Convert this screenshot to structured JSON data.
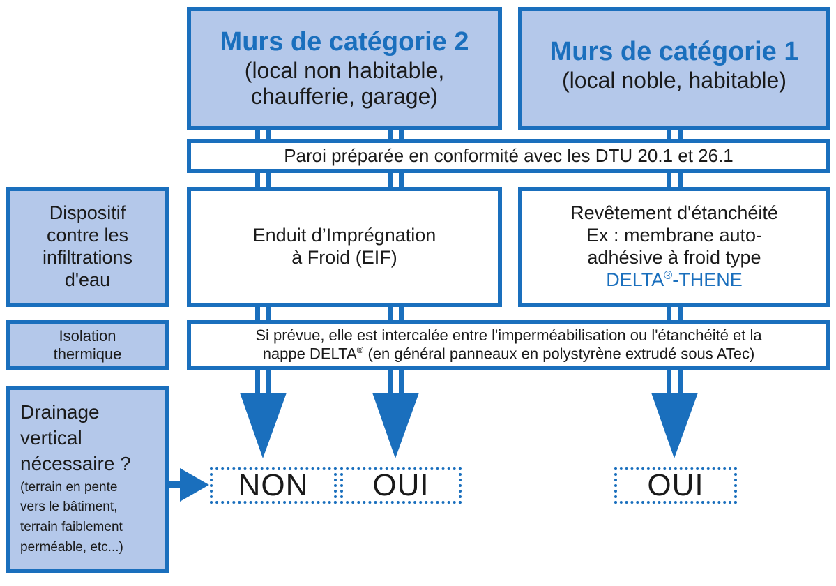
{
  "top_boxes": {
    "cat2": {
      "title": "Murs de catégorie 2",
      "line1": "(local non habitable,",
      "line2": "chaufferie, garage)"
    },
    "cat1": {
      "title": "Murs de catégorie 1",
      "line1": "(local noble, habitable)"
    }
  },
  "paroi": "Paroi préparée en conformité avec les DTU 20.1 et 26.1",
  "dispositif": {
    "label": [
      "Dispositif",
      "contre les",
      "infiltrations",
      "d'eau"
    ],
    "eif": [
      "Enduit d’Imprégnation",
      "à Froid (EIF)"
    ],
    "revetement": [
      "Revêtement d'étanchéité",
      "Ex : membrane auto-",
      "adhésive à froid type"
    ],
    "product_name": "DELTA",
    "product_mark": "®",
    "product_suffix": "-THENE"
  },
  "isolation": {
    "label": [
      "Isolation",
      "thermique"
    ],
    "text_line1": "Si prévue, elle est intercalée entre l'imperméabilisation ou l'étanchéité et la",
    "text_line2_a": "nappe DELTA",
    "text_line2_mark": "®",
    "text_line2_b": " (en général panneaux en polystyrène extrudé sous ATec)"
  },
  "drainage": {
    "title": [
      "Drainage",
      "vertical",
      "nécessaire ?"
    ],
    "note": [
      "(terrain en pente",
      "vers le bâtiment,",
      "terrain faiblement",
      "perméable, etc...)"
    ]
  },
  "answers": {
    "left": "NON",
    "middle": "OUI",
    "right": "OUI"
  },
  "colors": {
    "blue": "#1a6fbd",
    "fill": "#b4c8ea"
  }
}
